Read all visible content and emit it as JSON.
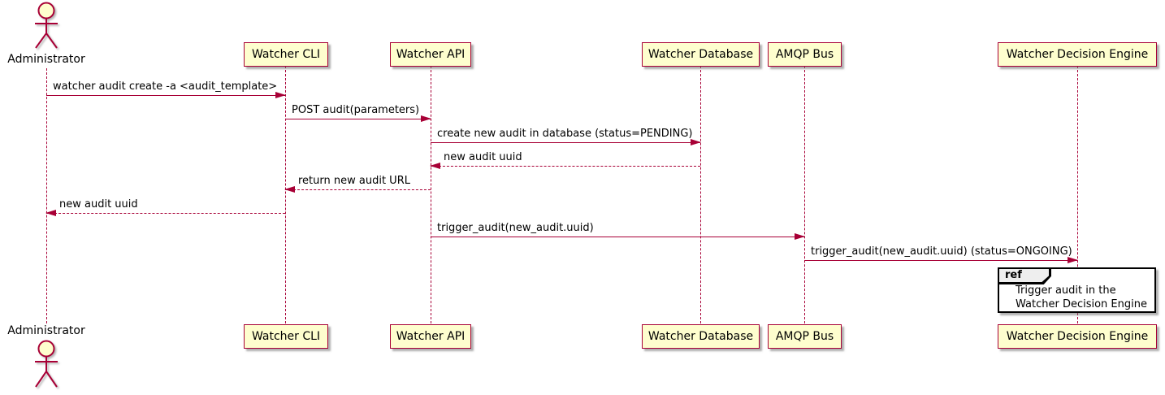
{
  "diagram": {
    "type": "sequence",
    "colors": {
      "accent": "#A80036",
      "participant_fill": "#FEFECE",
      "participant_border": "#A80036",
      "ref_border": "#000000",
      "ref_header_fill": "#EEEEEE",
      "text": "#000000",
      "background": "#FFFFFF"
    },
    "actor": {
      "label": "Administrator"
    },
    "participants": [
      {
        "label": "Watcher CLI"
      },
      {
        "label": "Watcher API"
      },
      {
        "label": "Watcher Database"
      },
      {
        "label": "AMQP Bus"
      },
      {
        "label": "Watcher Decision Engine"
      }
    ],
    "messages": [
      {
        "from": "Administrator",
        "to": "Watcher CLI",
        "label": "watcher audit create -a <audit_template>",
        "line": "solid",
        "direction": "right"
      },
      {
        "from": "Watcher CLI",
        "to": "Watcher API",
        "label": "POST audit(parameters)",
        "line": "solid",
        "direction": "right"
      },
      {
        "from": "Watcher API",
        "to": "Watcher Database",
        "label": "create new audit in database (status=PENDING)",
        "line": "solid",
        "direction": "right"
      },
      {
        "from": "Watcher Database",
        "to": "Watcher API",
        "label": "new audit uuid",
        "line": "dashed",
        "direction": "left"
      },
      {
        "from": "Watcher API",
        "to": "Watcher CLI",
        "label": "return new audit URL",
        "line": "dashed",
        "direction": "left"
      },
      {
        "from": "Watcher CLI",
        "to": "Administrator",
        "label": "new audit uuid",
        "line": "dashed",
        "direction": "left"
      },
      {
        "from": "Watcher API",
        "to": "AMQP Bus",
        "label": "trigger_audit(new_audit.uuid)",
        "line": "solid",
        "direction": "right"
      },
      {
        "from": "AMQP Bus",
        "to": "Watcher Decision Engine",
        "label": "trigger_audit(new_audit.uuid) (status=ONGOING)",
        "line": "solid",
        "direction": "right"
      }
    ],
    "ref": {
      "keyword": "ref",
      "over": "Watcher Decision Engine",
      "lines": [
        "Trigger audit in the",
        "Watcher Decision Engine"
      ]
    }
  }
}
